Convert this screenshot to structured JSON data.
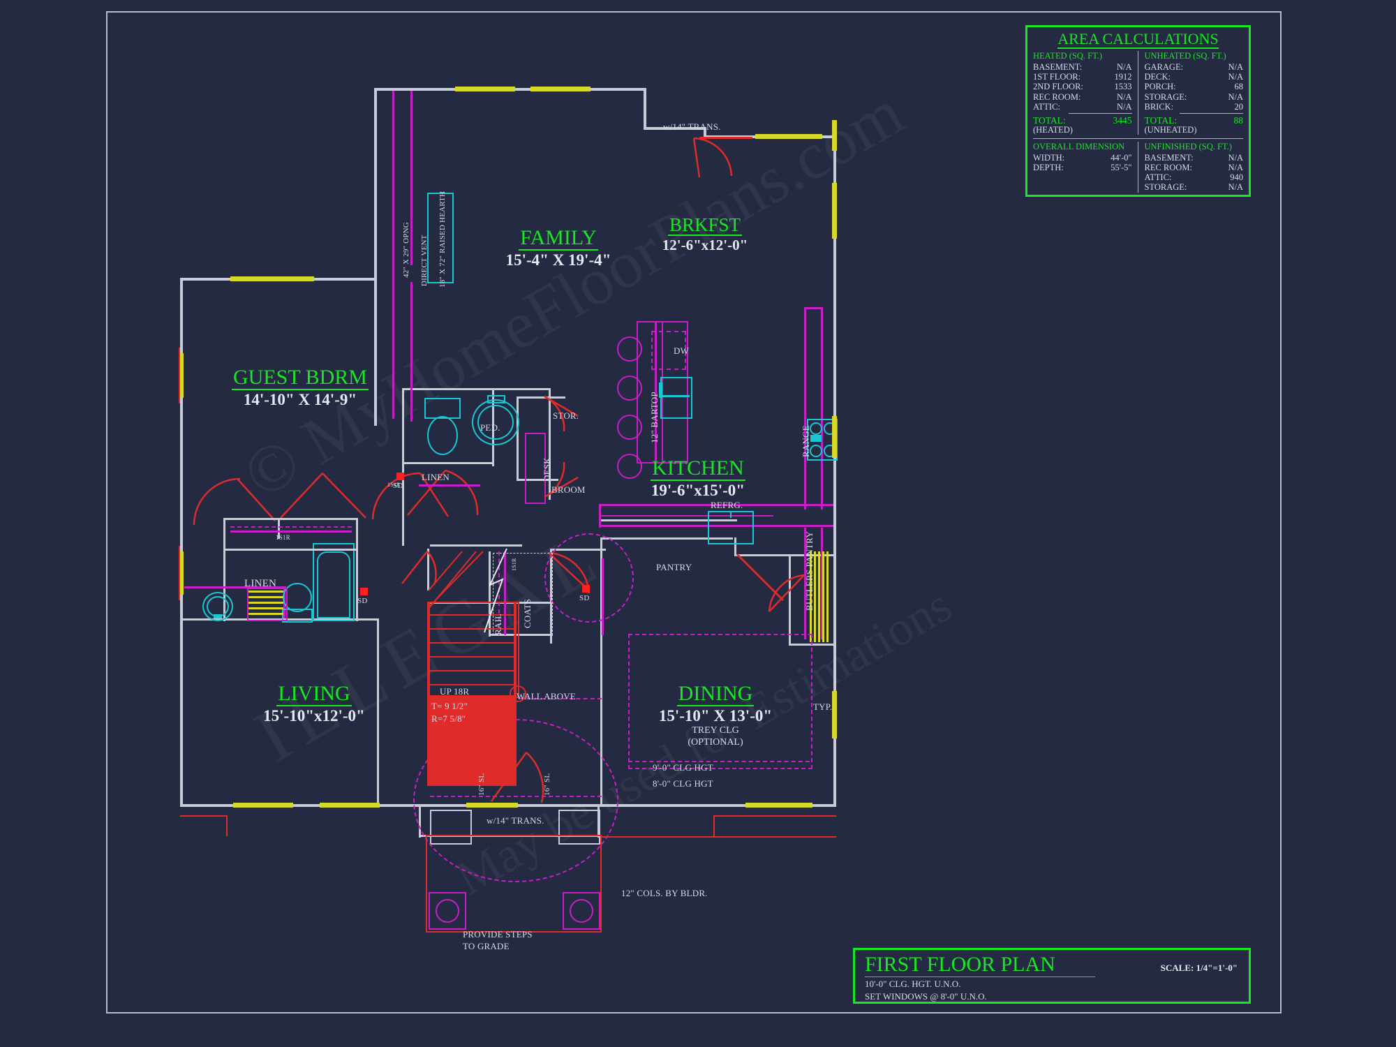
{
  "sheet": {
    "watermark_lines": [
      "© MyHomeFloorPlans.com",
      "ILLEGAL",
      "May be used for Estimations"
    ]
  },
  "area_table": {
    "title": "AREA CALCULATIONS",
    "heated": {
      "header": "HEATED (SQ. FT.)",
      "rows": [
        {
          "label": "BASEMENT:",
          "value": "N/A"
        },
        {
          "label": "1ST FLOOR:",
          "value": "1912"
        },
        {
          "label": "2ND FLOOR:",
          "value": "1533"
        },
        {
          "label": "REC ROOM:",
          "value": "N/A"
        },
        {
          "label": "ATTIC:",
          "value": "N/A"
        }
      ],
      "total_label": "TOTAL:",
      "total_value": "3445",
      "total_sub": "(HEATED)"
    },
    "unheated": {
      "header": "UNHEATED (SQ. FT.)",
      "rows": [
        {
          "label": "GARAGE:",
          "value": "N/A"
        },
        {
          "label": "DECK:",
          "value": "N/A"
        },
        {
          "label": "PORCH:",
          "value": "68"
        },
        {
          "label": "STORAGE:",
          "value": "N/A"
        },
        {
          "label": "BRICK:",
          "value": "20"
        }
      ],
      "total_label": "TOTAL:",
      "total_value": "88",
      "total_sub": "(UNHEATED)"
    },
    "overall": {
      "header": "OVERALL DIMENSION",
      "rows": [
        {
          "label": "WIDTH:",
          "value": "44'-0\""
        },
        {
          "label": "DEPTH:",
          "value": "55'-5\""
        }
      ]
    },
    "unfinished": {
      "header": "UNFINISHED (SQ. FT.)",
      "rows": [
        {
          "label": "BASEMENT:",
          "value": "N/A"
        },
        {
          "label": "REC ROOM:",
          "value": "N/A"
        },
        {
          "label": "ATTIC:",
          "value": "940"
        },
        {
          "label": "STORAGE:",
          "value": "N/A"
        }
      ]
    }
  },
  "title_block": {
    "title": "FIRST FLOOR PLAN",
    "scale": "SCALE: 1/4\"=1'-0\"",
    "note1": "10'-0\" CLG. HGT. U.N.O.",
    "note2": "SET WINDOWS @ 8'-0\" U.N.O."
  },
  "rooms": [
    {
      "name": "FAMILY",
      "dim": "15'-4\" X 19'-4\""
    },
    {
      "name": "BRKFST",
      "dim": "12'-6\"x12'-0\""
    },
    {
      "name": "GUEST BDRM",
      "dim": "14'-10\" X 14'-9\""
    },
    {
      "name": "KITCHEN",
      "dim": "19'-6\"x15'-0\""
    },
    {
      "name": "LIVING",
      "dim": "15'-10\"x12'-0\""
    },
    {
      "name": "DINING",
      "dim": "15'-10\" X 13'-0\"",
      "sub1": "TREY CLG",
      "sub2": "(OPTIONAL)"
    }
  ],
  "annotations": {
    "fireplace_opng": "42\" X 29\" OPNG",
    "fireplace_vent": "DIRECT VENT",
    "fireplace_hearth": "18\" X 72\" RAISED HEARTH",
    "trans_top": "w/14\" TRANS.",
    "trans_bottom": "w/14\" TRANS.",
    "ped": "PED.",
    "stor": "STOR.",
    "desk": "DESK",
    "broom": "BROOM",
    "linen_bath": "LINEN",
    "linen_closet": "LINEN",
    "coats": "COATS",
    "rail": "RAIL",
    "shelf_1s1r_a": "1S1R",
    "shelf_1s1r_b": "1S1R",
    "sd_label": "SD",
    "dw": "DW",
    "bartop": "12\" BARTOP",
    "range": "RANGE",
    "refrg": "REFRG.",
    "pantry": "PANTRY",
    "butlers_pantry": "BUTLERS PANTRY",
    "stair_up": "UP 18R",
    "stair_tread": "T= 9 1/2\"",
    "stair_riser": "R=7 5/8\"",
    "wall_above": "WALL ABOVE",
    "clg_9": "9'-0\" CLG HGT",
    "clg_8": "8'-0\" CLG HGT",
    "typ": "TYP.",
    "sidelite_left": "16\" SL",
    "sidelite_right": "16\" SL",
    "cols": "12\" COLS. BY BLDR.",
    "steps1": "PROVIDE STEPS",
    "steps2": "TO GRADE"
  },
  "colors": {
    "background": "#232a41",
    "wall": "#c8ccd8",
    "green": "#18e822",
    "magenta": "#c61fc6",
    "red": "#e02b2b",
    "cyan": "#18c8d2",
    "yellow": "#d8d82a"
  }
}
